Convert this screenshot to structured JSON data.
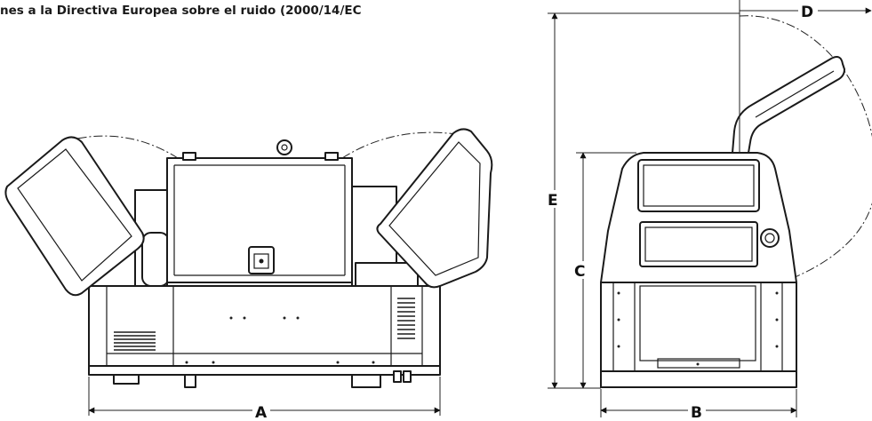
{
  "header": {
    "text": "nes a la Directiva Europea sobre el ruido (2000/14/EC"
  },
  "dimensions": {
    "a": "A",
    "b": "B",
    "c": "C",
    "d": "D",
    "e": "E"
  }
}
